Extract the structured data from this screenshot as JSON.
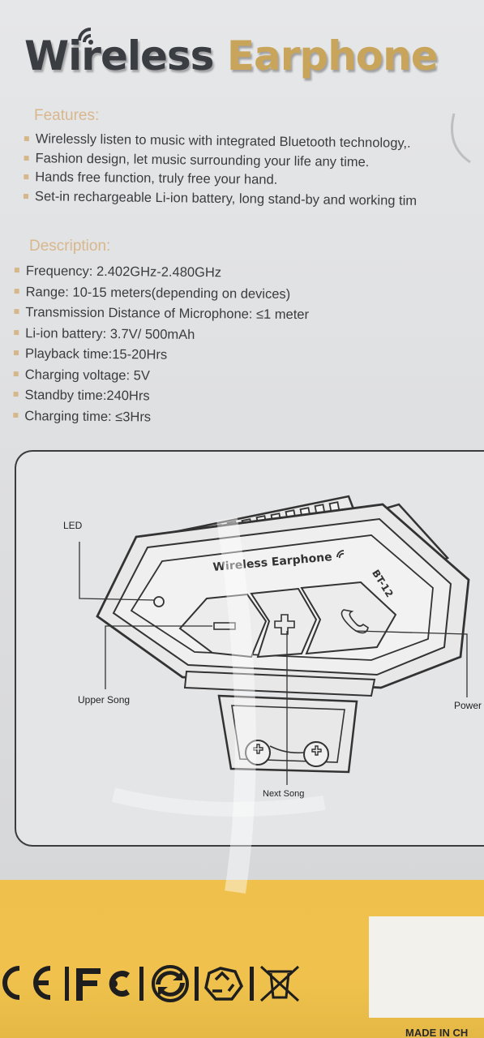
{
  "title": {
    "word1": "Wireless",
    "word2": "Earphone"
  },
  "features": {
    "heading": "Features:",
    "items": [
      "Wirelessly listen to music with integrated Bluetooth technology,.",
      "Fashion design, let music surrounding your life any time.",
      "Hands free function, truly free your hand.",
      "Set-in rechargeable Li-ion battery, long stand-by and working tim"
    ]
  },
  "description": {
    "heading": "Description:",
    "items": [
      "Frequency: 2.402GHz-2.480GHz",
      "Range: 10-15 meters(depending on devices)",
      "Transmission Distance of Microphone: ≤1 meter",
      "Li-ion battery: 3.7V/ 500mAh",
      "Playback time:15-20Hrs",
      "Charging voltage: 5V",
      "Standby time:240Hrs",
      "Charging time: ≤3Hrs"
    ]
  },
  "diagram": {
    "device_label": "Wireless Earphone",
    "model": "BT-12",
    "callouts": {
      "led": "LED",
      "upper_song": "Upper Song",
      "power": "Power",
      "next_song": "Next Song"
    }
  },
  "footer": {
    "made_in": "MADE IN CH",
    "icons": [
      "ce-mark-icon",
      "fc-mark-icon",
      "recycle-arrows-icon",
      "recycle-symbol-icon",
      "crossed-bin-icon"
    ]
  },
  "colors": {
    "accent_gold": "#c8a55a",
    "heading_tan": "#d8b78c",
    "text_dark": "#3b3c40",
    "yellow_band": "#f0c24d"
  }
}
